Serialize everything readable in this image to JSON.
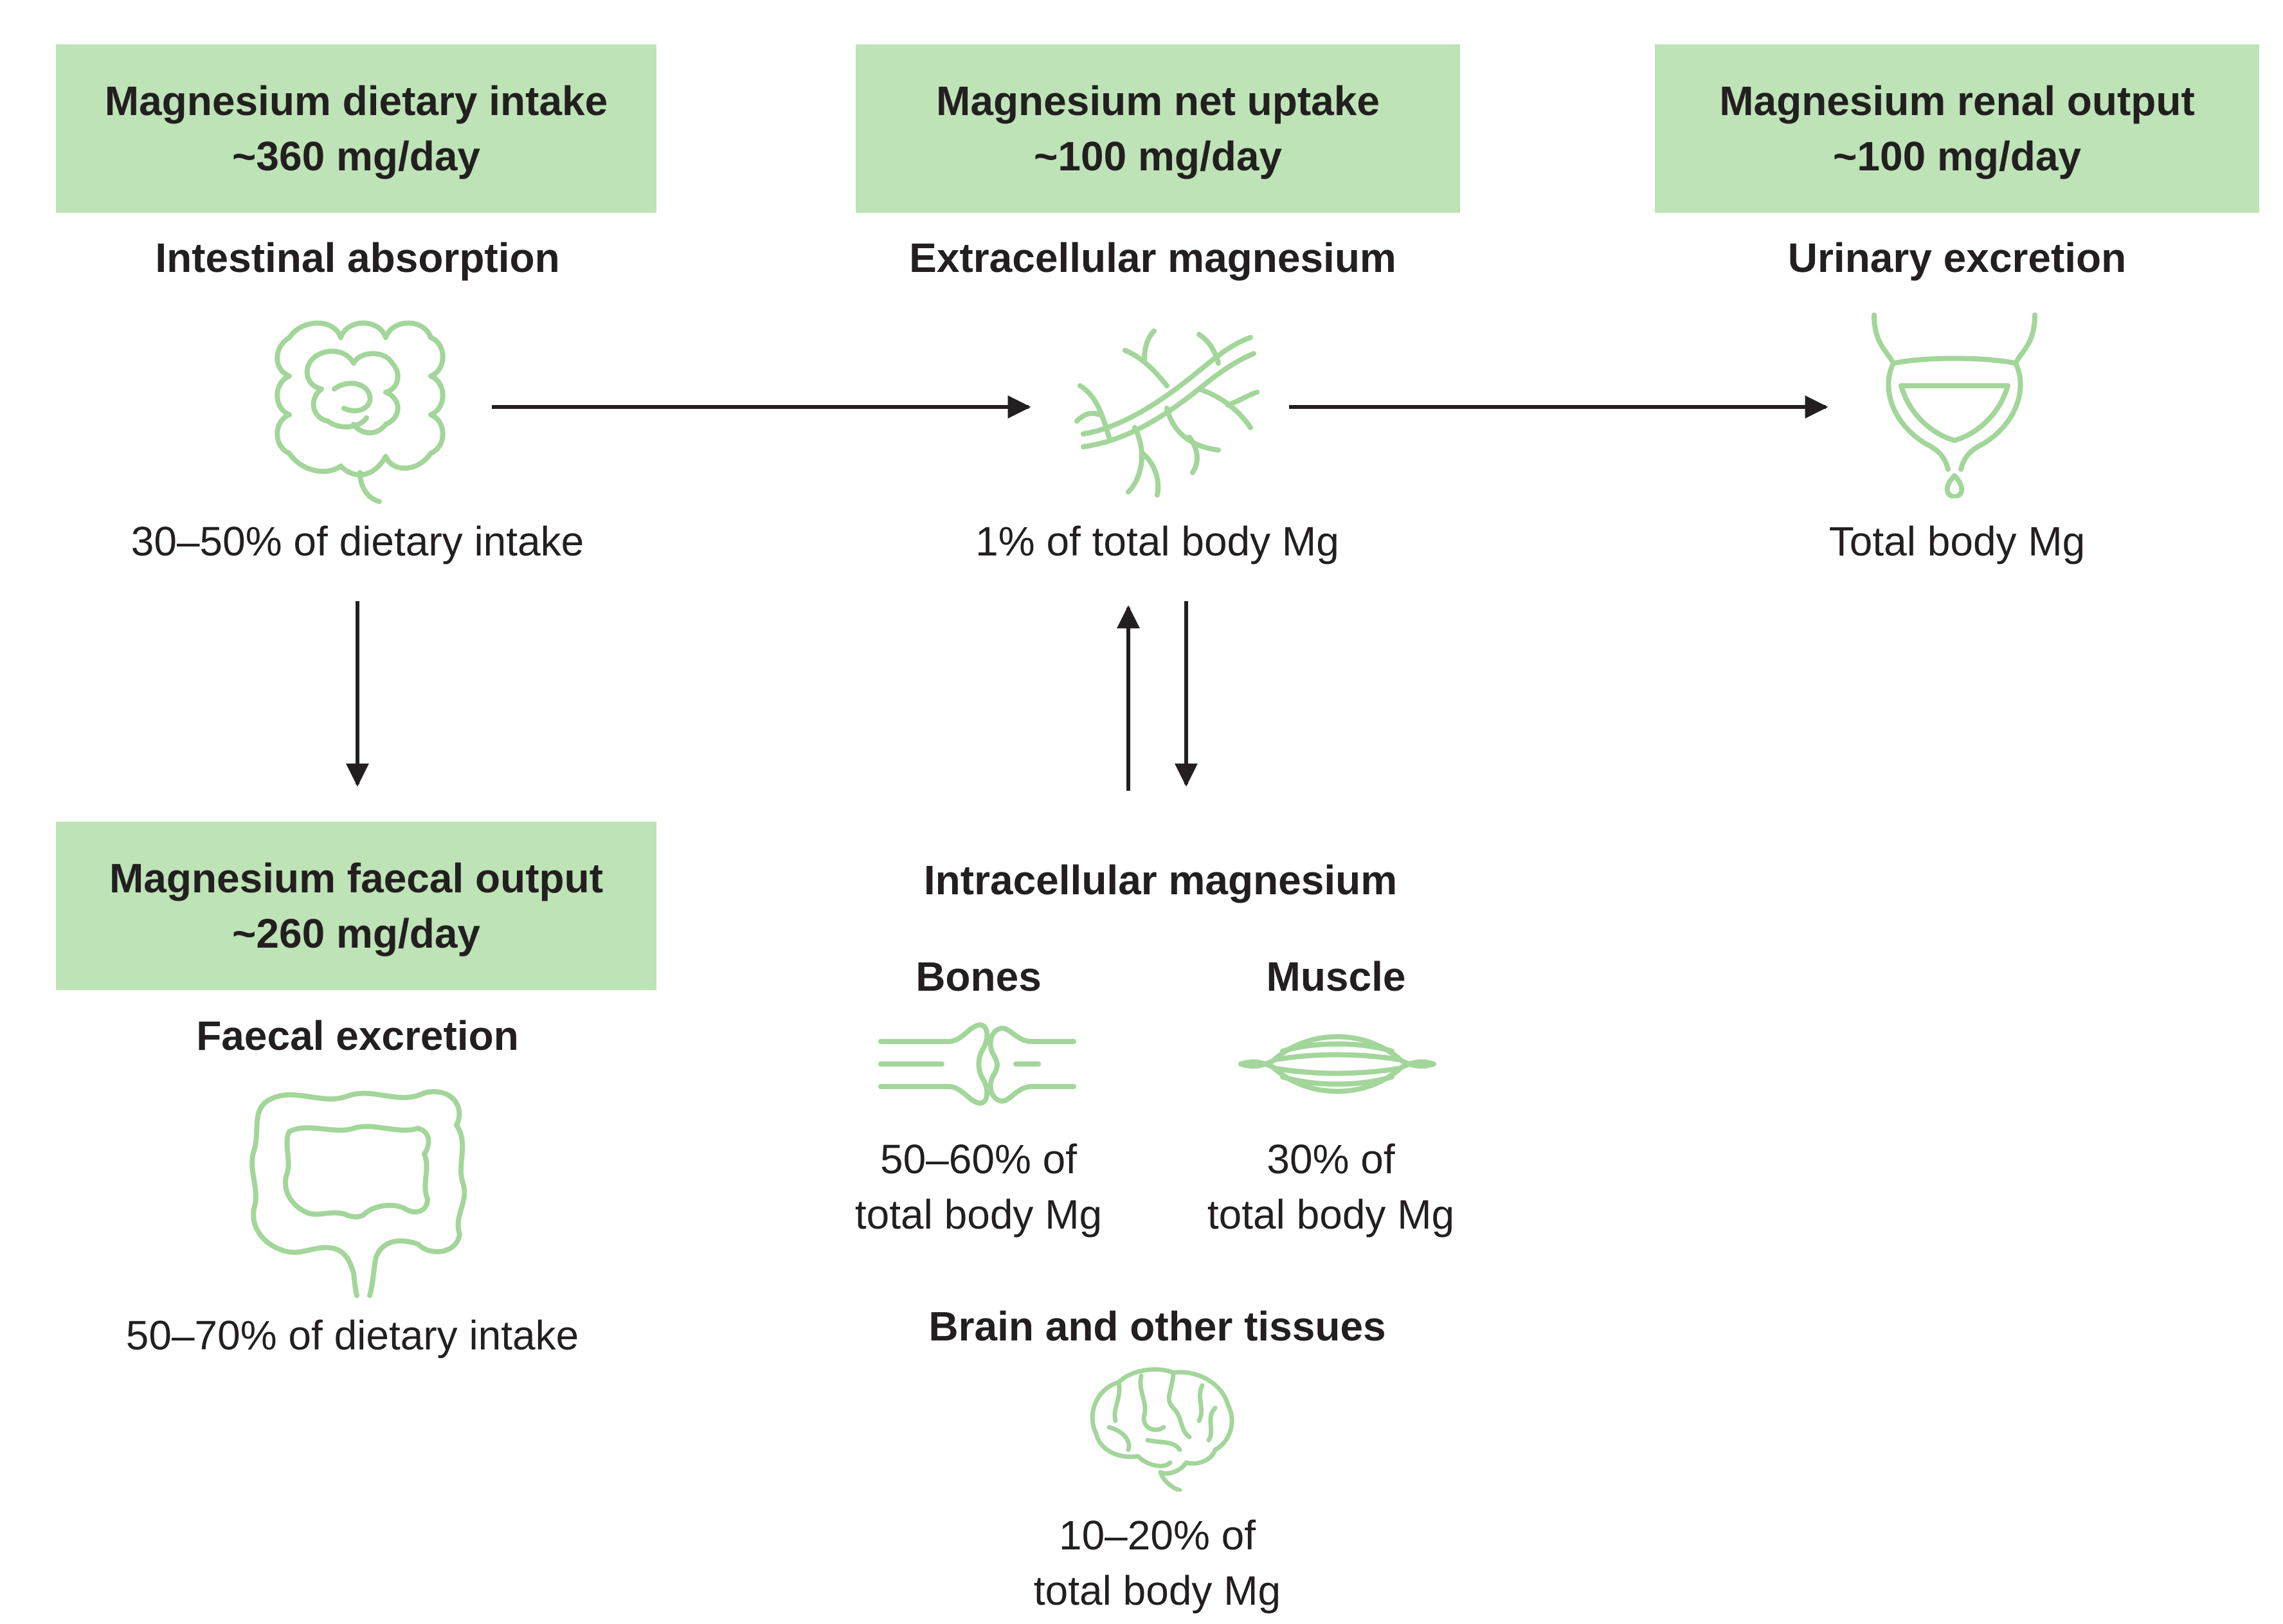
{
  "boxes": {
    "dietary": {
      "title": "Magnesium dietary intake",
      "value": "~360 mg/day"
    },
    "net_uptake": {
      "title": "Magnesium net uptake",
      "value": "~100 mg/day"
    },
    "renal": {
      "title": "Magnesium renal output",
      "value": "~100 mg/day"
    },
    "faecal": {
      "title": "Magnesium faecal output",
      "value": "~260 mg/day"
    }
  },
  "nodes": {
    "intestinal": {
      "heading": "Intestinal absorption",
      "caption": "30–50% of dietary intake",
      "icon": "small-intestine-icon"
    },
    "extracellular": {
      "heading": "Extracellular magnesium",
      "caption": "1% of total body Mg",
      "icon": "blood-vessels-icon"
    },
    "urinary": {
      "heading": "Urinary excretion",
      "caption": "Total body Mg",
      "icon": "bladder-icon"
    },
    "faecal_excretion": {
      "heading": "Faecal excretion",
      "caption": "50–70% of dietary intake",
      "icon": "large-intestine-icon"
    },
    "intracellular": {
      "heading": "Intracellular magnesium"
    },
    "bones": {
      "heading": "Bones",
      "caption_line1": "50–60% of",
      "caption_line2": "total body Mg",
      "icon": "bone-joint-icon"
    },
    "muscle": {
      "heading": "Muscle",
      "caption_line1": "30% of",
      "caption_line2": "total body Mg",
      "icon": "muscle-icon"
    },
    "brain": {
      "heading": "Brain and other tissues",
      "caption_line1": "10–20% of",
      "caption_line2": "total body Mg",
      "icon": "brain-icon"
    }
  },
  "colors": {
    "box_fill": "#bde3b6",
    "icon_stroke": "#a3d69a",
    "arrow": "#231f20",
    "text": "#231f20"
  }
}
